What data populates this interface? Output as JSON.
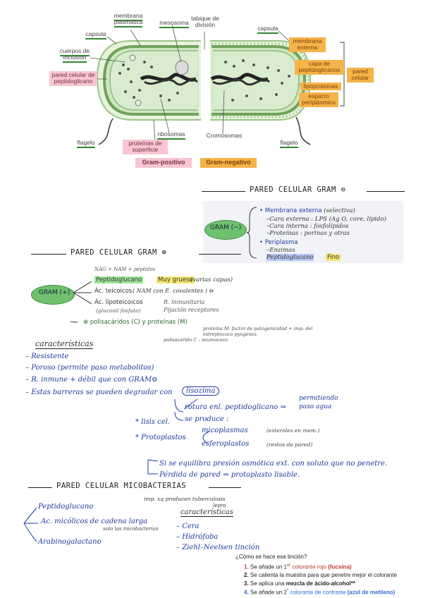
{
  "diagram": {
    "labels": {
      "membrana_plasmatica": "membrana plasmática",
      "mesosoma": "mesosoma",
      "tabique": "tabique de división",
      "capsula_left": "capsula",
      "capsula_right": "capsula",
      "cuerpos": "cuerpos de inclusión",
      "pared_celular_pep": "pared celular de peptidoglicano",
      "ribosomas": "ribosomas",
      "cromosomas": "Cromosomas",
      "flagelo_left": "flagelo",
      "flagelo_right": "flagelo",
      "proteinas_superficie": "proteínas de superficie",
      "membrana_externa": "membrana externa",
      "capa_peptidoglicanos": "capa de peptidoglicanos",
      "lipoproteinas": "lipoproteínas",
      "espacio_periplasmico": "espacio periplásmico",
      "pared_celular": "pared celular"
    },
    "legend": {
      "gram_pos": "Gram-positivo",
      "gram_neg": "Gram-negativo"
    },
    "colors": {
      "cell_fill": "#cfe6c0",
      "cell_stroke": "#7fae6a",
      "orange": "#f6b34a",
      "pink": "#f7c6d2"
    }
  },
  "gram_neg": {
    "title": "PARED CELULAR GRAM ⊖",
    "bubble": "GRAM (−)",
    "membrana": "Membrana externa",
    "selectiva": "(selectiva)",
    "cara_externa": "–Cara externa : LPS (Ag O, core, lípido)",
    "cara_interna": "–Cara interna : fosfolípidos",
    "proteinas": "–Proteínas : porinas y otras",
    "periplasma": "Periplasma",
    "enzimas": "–Enzimas",
    "peptidoglucano": "Peptidoglucano",
    "fino": "Fino"
  },
  "gram_pos": {
    "title": "PARED CELULAR GRAM ⊕",
    "bubble": "GRAM (+)",
    "nag": "NAG + NAM + péptidos",
    "peptidoglucano": "Peptidoglucano",
    "muy_grueso": "Muy grueso",
    "varias_capas": "(varias capas)",
    "teicoicos": "Ác. teicoicos",
    "teicoicos_note": "( NAM con E. covalentes ) ⊖",
    "lipoteicoicos": "Ác. lipoteicoicos",
    "glucosil": "(glucosil fosfato)",
    "r_inmunitaria": "R. inmunitaria",
    "fijacion": "Fijación receptores",
    "polisacaridos": "polisacáridos (C) y proteínas (M)",
    "proteina_m": "proteína M: factor de patogenicidad + imp. del estreptococo pyogenes.",
    "polisacarido_c": "polisacárido C : neumococo"
  },
  "caracteristicas": {
    "heading": "características",
    "items": [
      "Resistente",
      "Poroso (permite paso metabolitos)",
      "R. inmune + débil que con GRAM⊖",
      "Estas barreras se pueden degradar con"
    ],
    "lisozima": "lisozima",
    "rotura": "rotura enl. peptidoglicano ⇒",
    "permitiendo": "permitiendo paso agua",
    "se_produce": "se produce :",
    "lisis": "* lisis cel.",
    "protoplastos": "* Protoplastos",
    "micoplasmas": "micoplasmas",
    "micoplasmas_note": "(esteroles en mem.)",
    "esferoplastos": "esferoplastos",
    "esferoplastos_note": "(restos de pared)",
    "si_equilibra": "Si se equilibra presión osmótica ext. con soluto que no penetre.",
    "perdida": "Pérdida de pared ⇒ protoplasto lisable."
  },
  "micobacterias": {
    "title": "PARED CELULAR MICOBACTERIAS",
    "imp": "imp. xq producen tuberculosis",
    "lepra": "lepra",
    "peptidoglucano": "Peptidoglucano",
    "acmicolicos": "Ac. micólicos de cadena larga",
    "solo": "solo las micobacterias",
    "arabinogalactano": "Arabinogalactano",
    "car_heading": "características",
    "car_items": [
      "Cera",
      "Hidrófoba",
      "Ziehl–Neelsen tinción"
    ],
    "como": "¿Cómo se hace esa tinción?",
    "steps": [
      {
        "n": "1.",
        "pre": "Se añade un 1",
        "sup": "er",
        "mid": " colorante rojo ",
        "bold": "(fucsina)",
        "post": ""
      },
      {
        "n": "2.",
        "pre": "Se calienta la muestra para que penetre mejor el colorante",
        "sup": "",
        "mid": "",
        "bold": "",
        "post": ""
      },
      {
        "n": "3.",
        "pre": "Se aplica una ",
        "sup": "",
        "mid": "",
        "bold": "mezcla de ácido-alcohol**",
        "post": ""
      },
      {
        "n": "4.",
        "pre": "Se añade un 2",
        "sup": "º",
        "mid": " colorante de contraste ",
        "bold": "(azul de metileno)",
        "post": ""
      }
    ]
  }
}
